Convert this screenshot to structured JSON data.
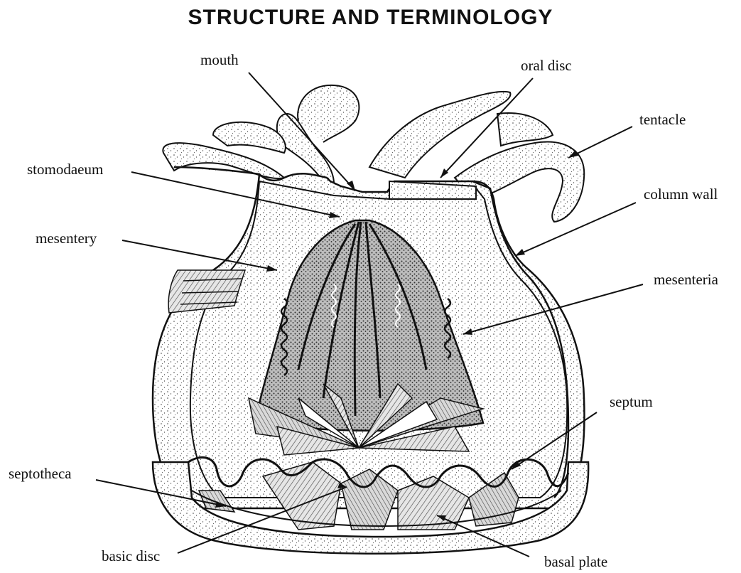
{
  "title": "STRUCTURE AND TERMINOLOGY",
  "labels": {
    "mouth": "mouth",
    "oral_disc": "oral disc",
    "tentacle": "tentacle",
    "stomodaeum": "stomodaeum",
    "column_wall": "column wall",
    "mesentery": "mesentery",
    "mesenteria": "mesenteria",
    "septum": "septum",
    "septotheca": "septotheca",
    "basic_disc": "basic disc",
    "basal_plate": "basal plate"
  }
}
